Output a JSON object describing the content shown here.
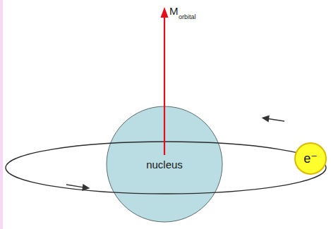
{
  "diagram": {
    "nodes": [
      {
        "text": [
          "nucleus"
        ]
      },
      {
        "text": [
          "e⁻"
        ]
      }
    ],
    "labels": [
      "M",
      "orbital"
    ]
  }
}
